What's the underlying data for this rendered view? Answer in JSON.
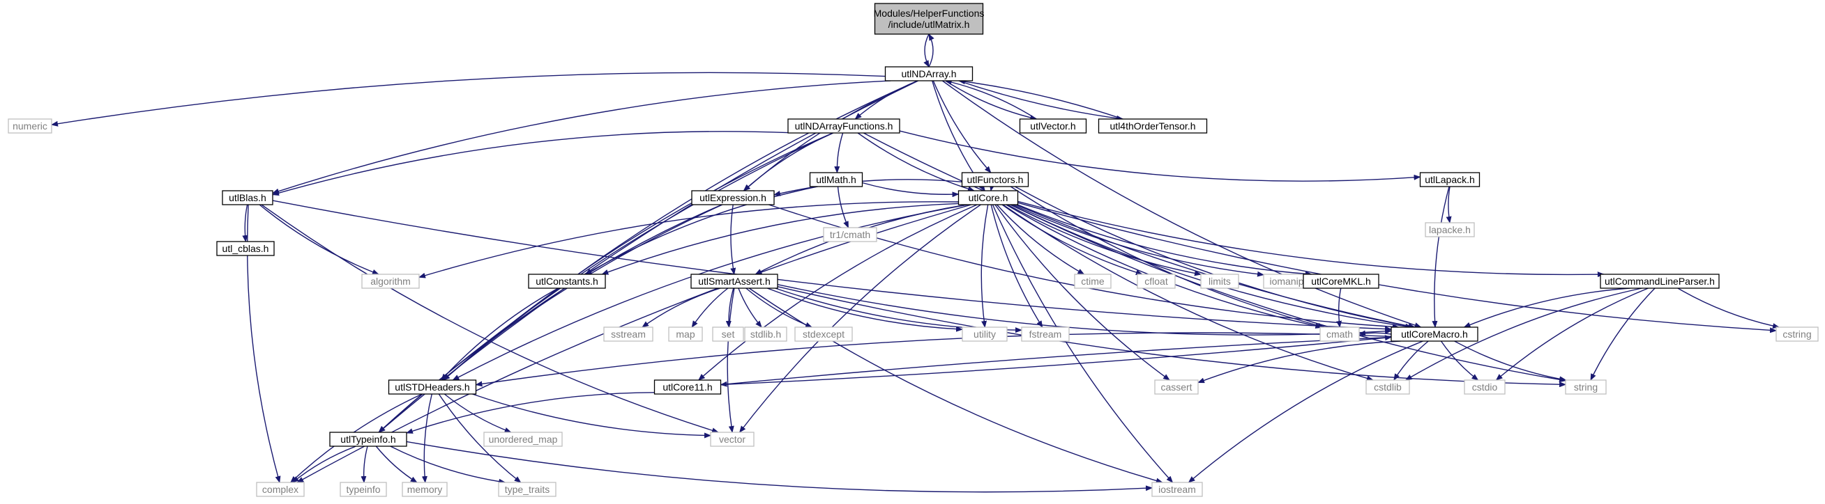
{
  "diagram": {
    "colors": {
      "edge": "#191970",
      "focus_fill": "#bfbfbf",
      "file_border": "#000000",
      "file_text": "#000000",
      "system_border": "#bfbfbf",
      "system_text": "#7f7f7f",
      "background": "#ffffff"
    },
    "nodes": [
      {
        "id": "utlMatrix",
        "label": "Modules/HelperFunctions\n/include/utlMatrix.h",
        "kind": "focus"
      },
      {
        "id": "utlNDArray",
        "label": "utlNDArray.h",
        "kind": "file"
      },
      {
        "id": "numeric",
        "label": "numeric",
        "kind": "system"
      },
      {
        "id": "utlNDArrayFunctions",
        "label": "utlNDArrayFunctions.h",
        "kind": "file"
      },
      {
        "id": "utlVector",
        "label": "utlVector.h",
        "kind": "file"
      },
      {
        "id": "utl4thOrderTensor",
        "label": "utl4thOrderTensor.h",
        "kind": "file"
      },
      {
        "id": "utlMath",
        "label": "utlMath.h",
        "kind": "file"
      },
      {
        "id": "utlFunctors",
        "label": "utlFunctors.h",
        "kind": "file"
      },
      {
        "id": "utlLapack",
        "label": "utlLapack.h",
        "kind": "file"
      },
      {
        "id": "utlBlas",
        "label": "utlBlas.h",
        "kind": "file"
      },
      {
        "id": "utlExpression",
        "label": "utlExpression.h",
        "kind": "file"
      },
      {
        "id": "tr1cmath",
        "label": "tr1/cmath",
        "kind": "system"
      },
      {
        "id": "utlCore",
        "label": "utlCore.h",
        "kind": "file"
      },
      {
        "id": "lapacke",
        "label": "lapacke.h",
        "kind": "system"
      },
      {
        "id": "utlcblas",
        "label": "utl_cblas.h",
        "kind": "file"
      },
      {
        "id": "algorithm",
        "label": "algorithm",
        "kind": "system"
      },
      {
        "id": "utlConstants",
        "label": "utlConstants.h",
        "kind": "file"
      },
      {
        "id": "utlSmartAssert",
        "label": "utlSmartAssert.h",
        "kind": "file"
      },
      {
        "id": "ctime",
        "label": "ctime",
        "kind": "system"
      },
      {
        "id": "cfloat",
        "label": "cfloat",
        "kind": "system"
      },
      {
        "id": "limits",
        "label": "limits",
        "kind": "system"
      },
      {
        "id": "iomanip",
        "label": "iomanip",
        "kind": "system"
      },
      {
        "id": "utlCoreMKL",
        "label": "utlCoreMKL.h",
        "kind": "file"
      },
      {
        "id": "utlCommandLineParser",
        "label": "utlCommandLineParser.h",
        "kind": "file"
      },
      {
        "id": "sstream",
        "label": "sstream",
        "kind": "system"
      },
      {
        "id": "map",
        "label": "map",
        "kind": "system"
      },
      {
        "id": "set",
        "label": "set",
        "kind": "system"
      },
      {
        "id": "stdlib",
        "label": "stdlib.h",
        "kind": "system"
      },
      {
        "id": "stdexcept",
        "label": "stdexcept",
        "kind": "system"
      },
      {
        "id": "utility",
        "label": "utility",
        "kind": "system"
      },
      {
        "id": "fstream",
        "label": "fstream",
        "kind": "system"
      },
      {
        "id": "cmath",
        "label": "cmath",
        "kind": "system"
      },
      {
        "id": "utlCoreMacro",
        "label": "utlCoreMacro.h",
        "kind": "file"
      },
      {
        "id": "cstring",
        "label": "cstring",
        "kind": "system"
      },
      {
        "id": "utlSTDHeaders",
        "label": "utlSTDHeaders.h",
        "kind": "file"
      },
      {
        "id": "utlCore11",
        "label": "utlCore11.h",
        "kind": "file"
      },
      {
        "id": "cassert",
        "label": "cassert",
        "kind": "system"
      },
      {
        "id": "cstdlib",
        "label": "cstdlib",
        "kind": "system"
      },
      {
        "id": "cstdio",
        "label": "cstdio",
        "kind": "system"
      },
      {
        "id": "string",
        "label": "string",
        "kind": "system"
      },
      {
        "id": "unordered_map",
        "label": "unordered_map",
        "kind": "system"
      },
      {
        "id": "vector",
        "label": "vector",
        "kind": "system"
      },
      {
        "id": "utlTypeinfo",
        "label": "utlTypeinfo.h",
        "kind": "file"
      },
      {
        "id": "complex",
        "label": "complex",
        "kind": "system"
      },
      {
        "id": "typeinfo",
        "label": "typeinfo",
        "kind": "system"
      },
      {
        "id": "memory",
        "label": "memory",
        "kind": "system"
      },
      {
        "id": "type_traits",
        "label": "type_traits",
        "kind": "system"
      },
      {
        "id": "iostream",
        "label": "iostream",
        "kind": "system"
      }
    ],
    "edges": [
      {
        "from": "utlMatrix",
        "to": "utlNDArray"
      },
      {
        "from": "utlNDArray",
        "to": "utlMatrix"
      },
      {
        "from": "utlNDArray",
        "to": "numeric"
      },
      {
        "from": "utlNDArray",
        "to": "utlNDArrayFunctions"
      },
      {
        "from": "utlNDArray",
        "to": "utlVector"
      },
      {
        "from": "utlVector",
        "to": "utlNDArray"
      },
      {
        "from": "utlNDArray",
        "to": "utl4thOrderTensor"
      },
      {
        "from": "utl4thOrderTensor",
        "to": "utlNDArray"
      },
      {
        "from": "utlNDArray",
        "to": "utlFunctors"
      },
      {
        "from": "utlNDArray",
        "to": "utlBlas"
      },
      {
        "from": "utlNDArray",
        "to": "utlExpression"
      },
      {
        "from": "utlNDArray",
        "to": "utlCore"
      },
      {
        "from": "utlNDArray",
        "to": "utlCoreMacro"
      },
      {
        "from": "utlNDArray",
        "to": "utlSTDHeaders"
      },
      {
        "from": "utlNDArray",
        "to": "utlTypeinfo"
      },
      {
        "from": "utlNDArrayFunctions",
        "to": "utlMath"
      },
      {
        "from": "utlNDArrayFunctions",
        "to": "utlLapack"
      },
      {
        "from": "utlNDArrayFunctions",
        "to": "utlBlas"
      },
      {
        "from": "utlNDArrayFunctions",
        "to": "utlExpression"
      },
      {
        "from": "utlNDArrayFunctions",
        "to": "utlCore"
      },
      {
        "from": "utlNDArrayFunctions",
        "to": "utlCoreMacro"
      },
      {
        "from": "utlNDArrayFunctions",
        "to": "utlSTDHeaders"
      },
      {
        "from": "utlNDArrayFunctions",
        "to": "utlTypeinfo"
      },
      {
        "from": "utlMath",
        "to": "tr1cmath"
      },
      {
        "from": "utlMath",
        "to": "utlCore"
      },
      {
        "from": "utlMath",
        "to": "utlConstants"
      },
      {
        "from": "utlFunctors",
        "to": "utlExpression"
      },
      {
        "from": "utlFunctors",
        "to": "utlCore"
      },
      {
        "from": "utlFunctors",
        "to": "cmath"
      },
      {
        "from": "utlFunctors",
        "to": "utlCoreMacro"
      },
      {
        "from": "utlLapack",
        "to": "lapacke"
      },
      {
        "from": "utlLapack",
        "to": "utlCoreMacro"
      },
      {
        "from": "utlBlas",
        "to": "utlcblas"
      },
      {
        "from": "utlBlas",
        "to": "algorithm"
      },
      {
        "from": "utlBlas",
        "to": "complex"
      },
      {
        "from": "utlBlas",
        "to": "vector"
      },
      {
        "from": "utlBlas",
        "to": "utlCoreMacro"
      },
      {
        "from": "utlExpression",
        "to": "utlSmartAssert"
      },
      {
        "from": "utlExpression",
        "to": "utlSTDHeaders"
      },
      {
        "from": "utlExpression",
        "to": "utlTypeinfo"
      },
      {
        "from": "utlExpression",
        "to": "utlCoreMacro"
      },
      {
        "from": "utlCore",
        "to": "algorithm"
      },
      {
        "from": "utlCore",
        "to": "utlConstants"
      },
      {
        "from": "utlCore",
        "to": "utlSmartAssert"
      },
      {
        "from": "utlCore",
        "to": "ctime"
      },
      {
        "from": "utlCore",
        "to": "cfloat"
      },
      {
        "from": "utlCore",
        "to": "limits"
      },
      {
        "from": "utlCore",
        "to": "iomanip"
      },
      {
        "from": "utlCore",
        "to": "utlCoreMKL"
      },
      {
        "from": "utlCore",
        "to": "utlCommandLineParser"
      },
      {
        "from": "utlCore",
        "to": "cstring"
      },
      {
        "from": "utlCore",
        "to": "utility"
      },
      {
        "from": "utlCore",
        "to": "fstream"
      },
      {
        "from": "utlCore",
        "to": "cmath"
      },
      {
        "from": "utlCore",
        "to": "utlCoreMacro"
      },
      {
        "from": "utlCore",
        "to": "utlSTDHeaders"
      },
      {
        "from": "utlCore",
        "to": "utlCore11"
      },
      {
        "from": "utlCore",
        "to": "cassert"
      },
      {
        "from": "utlCore",
        "to": "cstdlib"
      },
      {
        "from": "utlCore",
        "to": "string"
      },
      {
        "from": "utlCore",
        "to": "vector"
      },
      {
        "from": "utlCore",
        "to": "complex"
      },
      {
        "from": "utlCore",
        "to": "iostream"
      },
      {
        "from": "utlConstants",
        "to": "utlSTDHeaders"
      },
      {
        "from": "utlSmartAssert",
        "to": "sstream"
      },
      {
        "from": "utlSmartAssert",
        "to": "map"
      },
      {
        "from": "utlSmartAssert",
        "to": "set"
      },
      {
        "from": "utlSmartAssert",
        "to": "stdlib"
      },
      {
        "from": "utlSmartAssert",
        "to": "stdexcept"
      },
      {
        "from": "utlSmartAssert",
        "to": "utility"
      },
      {
        "from": "utlSmartAssert",
        "to": "fstream"
      },
      {
        "from": "utlSmartAssert",
        "to": "string"
      },
      {
        "from": "utlSmartAssert",
        "to": "vector"
      },
      {
        "from": "utlSmartAssert",
        "to": "iostream"
      },
      {
        "from": "utlSmartAssert",
        "to": "utlCoreMacro"
      },
      {
        "from": "utlCoreMKL",
        "to": "cmath"
      },
      {
        "from": "utlCommandLineParser",
        "to": "utlCoreMacro"
      },
      {
        "from": "utlCommandLineParser",
        "to": "cstring"
      },
      {
        "from": "utlCommandLineParser",
        "to": "string"
      },
      {
        "from": "utlCommandLineParser",
        "to": "cstdlib"
      },
      {
        "from": "utlCommandLineParser",
        "to": "cstdio"
      },
      {
        "from": "utlCoreMacro",
        "to": "utlCore11"
      },
      {
        "from": "utlCore11",
        "to": "utlCoreMacro"
      },
      {
        "from": "utlCoreMacro",
        "to": "utlSTDHeaders"
      },
      {
        "from": "utlCoreMacro",
        "to": "cassert"
      },
      {
        "from": "utlCoreMacro",
        "to": "cstdlib"
      },
      {
        "from": "utlCoreMacro",
        "to": "cstdio"
      },
      {
        "from": "utlCoreMacro",
        "to": "string"
      },
      {
        "from": "utlCoreMacro",
        "to": "iostream"
      },
      {
        "from": "utlCoreMacro",
        "to": "cmath"
      },
      {
        "from": "utlCore11",
        "to": "utlTypeinfo"
      },
      {
        "from": "utlSTDHeaders",
        "to": "unordered_map"
      },
      {
        "from": "utlSTDHeaders",
        "to": "vector"
      },
      {
        "from": "utlSTDHeaders",
        "to": "memory"
      },
      {
        "from": "utlSTDHeaders",
        "to": "type_traits"
      },
      {
        "from": "utlSTDHeaders",
        "to": "complex"
      },
      {
        "from": "utlTypeinfo",
        "to": "complex"
      },
      {
        "from": "utlTypeinfo",
        "to": "typeinfo"
      },
      {
        "from": "utlTypeinfo",
        "to": "memory"
      },
      {
        "from": "utlTypeinfo",
        "to": "type_traits"
      },
      {
        "from": "utlTypeinfo",
        "to": "iostream"
      }
    ]
  }
}
